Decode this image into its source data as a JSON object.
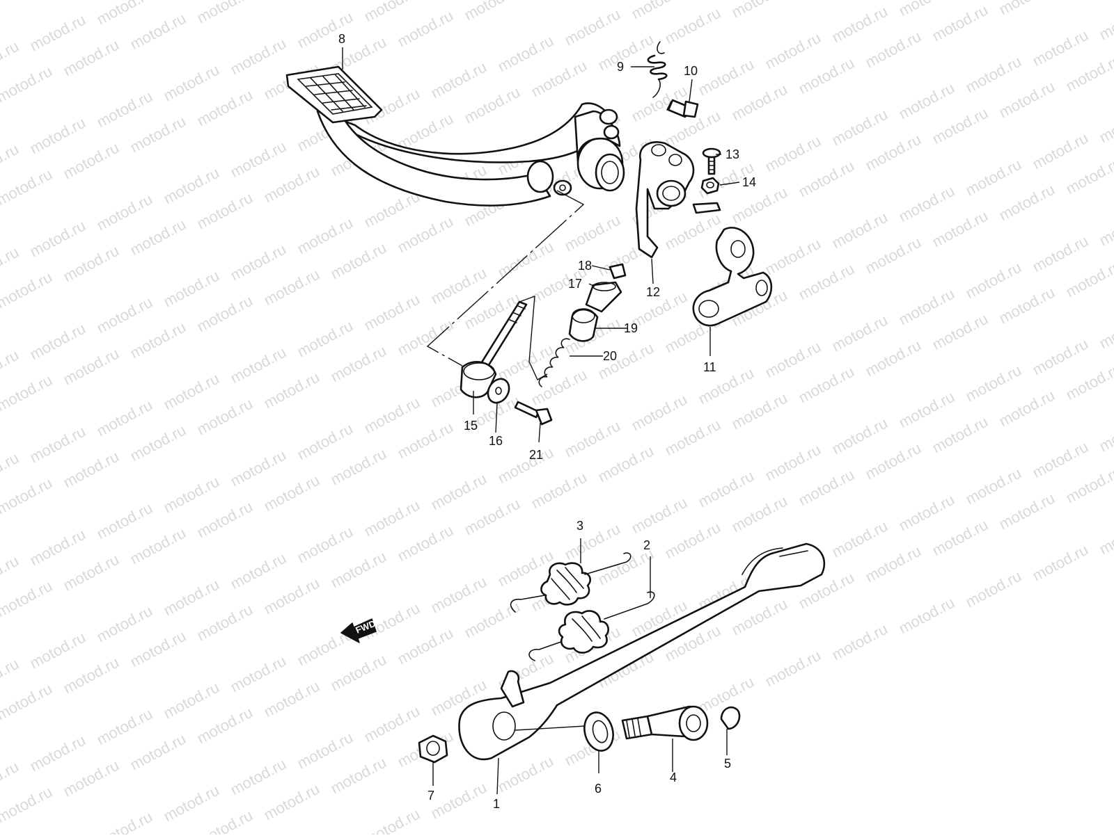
{
  "diagram": {
    "watermark_text": "motod.ru",
    "fwd_label": "FWD",
    "callouts": {
      "c1": "1",
      "c2": "2",
      "c3": "3",
      "c4": "4",
      "c5": "5",
      "c6": "6",
      "c7": "7",
      "c8": "8",
      "c9": "9",
      "c10": "10",
      "c11": "11",
      "c12": "12",
      "c13": "13",
      "c14": "14",
      "c15": "15",
      "c16": "16",
      "c17": "17",
      "c18": "18",
      "c19": "19",
      "c20": "20",
      "c21": "21"
    }
  }
}
